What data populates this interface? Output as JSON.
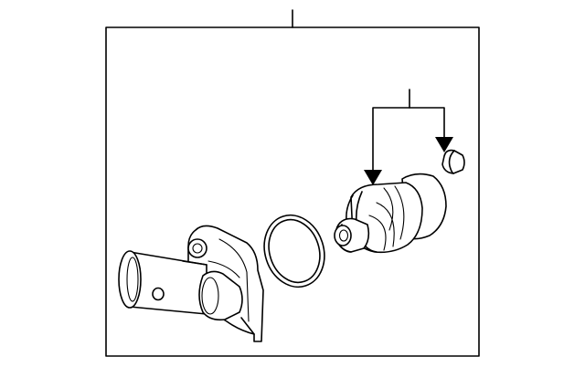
{
  "diagram": {
    "background": "#ffffff",
    "stroke": "#000000",
    "parts": [
      "housing",
      "gasket",
      "thermostat",
      "cap"
    ],
    "callouts": [
      {
        "target": "housing-assembly",
        "label": ""
      },
      {
        "target": "thermostat-and-cap",
        "label": ""
      }
    ]
  }
}
